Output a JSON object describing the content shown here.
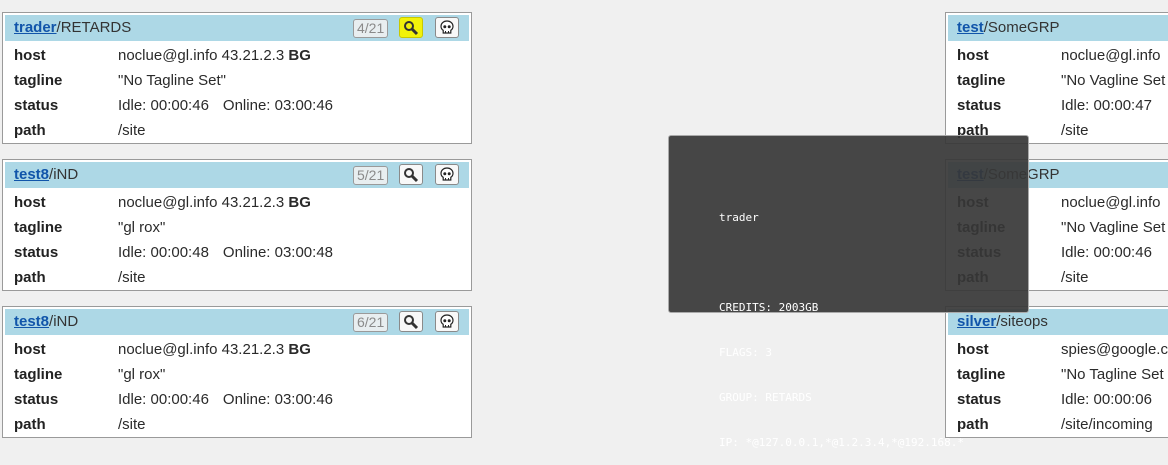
{
  "cards_left": [
    {
      "user": "trader",
      "group": "/RETARDS",
      "counter": "4/21",
      "search_active": true,
      "host": "noclue@gl.info 43.21.2.3",
      "host_cc": "BG",
      "tagline": "\"No Tagline Set\"",
      "idle": "Idle: 00:00:46",
      "online": "Online: 03:00:46",
      "path": "/site"
    },
    {
      "user": "test8",
      "group": "/iND",
      "counter": "5/21",
      "search_active": false,
      "host": "noclue@gl.info 43.21.2.3",
      "host_cc": "BG",
      "tagline": "\"gl rox\"",
      "idle": "Idle: 00:00:48",
      "online": "Online: 03:00:48",
      "path": "/site"
    },
    {
      "user": "test8",
      "group": "/iND",
      "counter": "6/21",
      "search_active": false,
      "host": "noclue@gl.info 43.21.2.3",
      "host_cc": "BG",
      "tagline": "\"gl rox\"",
      "idle": "Idle: 00:00:46",
      "online": "Online: 03:00:46",
      "path": "/site"
    }
  ],
  "cards_right": [
    {
      "user": "test",
      "group": "/SomeGRP",
      "host": "noclue@gl.info",
      "tagline": "\"No Vagline Set",
      "idle": "Idle: 00:00:47",
      "path": "/site"
    },
    {
      "user": "test",
      "group": "/SomeGRP",
      "host": "noclue@gl.info",
      "tagline": "\"No Vagline Set",
      "idle": "Idle: 00:00:46",
      "path": "/site"
    },
    {
      "user": "silver",
      "group": "/siteops",
      "host": "spies@google.c",
      "tagline": "\"No Tagline Set",
      "idle": "Idle: 00:00:06",
      "path": "/site/incoming"
    }
  ],
  "labels": {
    "host": "host",
    "tagline": "tagline",
    "status": "status",
    "path": "path"
  },
  "tooltip": {
    "user": "trader",
    "credits": "CREDITS: 2003GB",
    "flags": "FLAGS: 3",
    "group": "GROUP: RETARDS",
    "ip": "IP: *@127.0.0.1,*@1.2.3.4,*@192.168.*"
  },
  "colors": {
    "header_bg": "#add8e6",
    "link": "#1155aa",
    "search_active": "#f2f20a",
    "tooltip_bg": "#373737"
  },
  "icons": {
    "search": "magnifier-icon",
    "kill": "skull-icon"
  }
}
